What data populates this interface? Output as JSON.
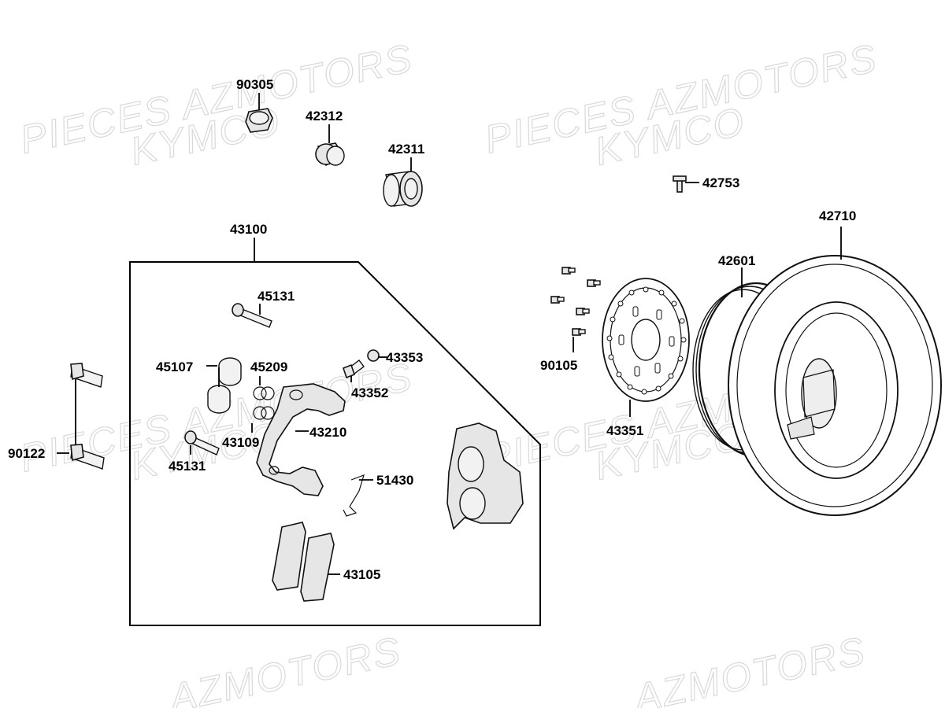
{
  "watermark": {
    "line1": "PIECES AZMOTORS",
    "line2": "KYMCO",
    "bottom": "AZMOTORS"
  },
  "parts": {
    "p90305": "90305",
    "p42312": "42312",
    "p42311": "42311",
    "p42753": "42753",
    "p42710": "42710",
    "p43100": "43100",
    "p42601": "42601",
    "p45131_top": "45131",
    "p43353": "43353",
    "p45107": "45107",
    "p45209": "45209",
    "p43352": "43352",
    "p90105": "90105",
    "p43210": "43210",
    "p43351": "43351",
    "p43109": "43109",
    "p90122": "90122",
    "p45131_bottom": "45131",
    "p51430": "51430",
    "p43105": "43105"
  }
}
